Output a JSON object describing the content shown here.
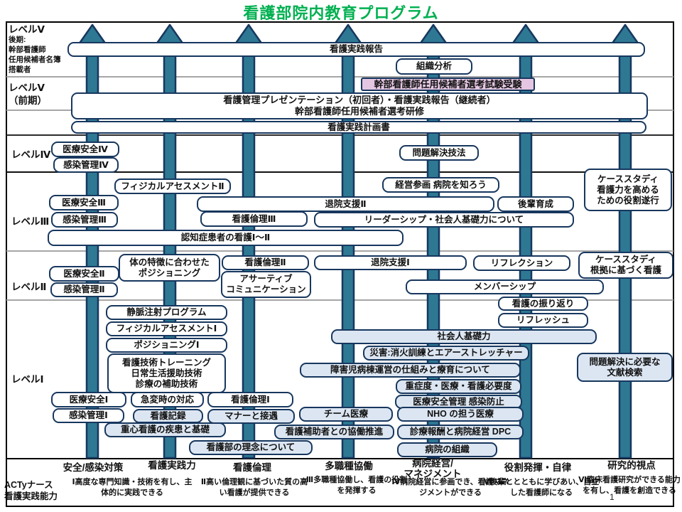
{
  "title": "看護部院内教育プログラム",
  "page_number": "1",
  "colors": {
    "title_green": "#00B050",
    "arrow_teal": "#2E7893",
    "box_border_navy": "#17375E",
    "light_blue_fill": "#DCE6F2",
    "pink_fill": "#E4C6E2",
    "gray_divider": "#A6A6A6"
  },
  "side_labels": {
    "level5_late_title": "レベルⅤ",
    "level5_late_sub": [
      "後期:",
      "幹部看護師",
      "任用候補者名簿",
      "搭載者"
    ],
    "level5_early": [
      "レベルⅤ",
      "（前期）"
    ],
    "level4": "レベルⅣ",
    "level3": "レベルⅢ",
    "level2": "レベルⅡ",
    "level1": "レベルⅠ",
    "acty": [
      "ACTyナース",
      "看護実践能力"
    ]
  },
  "boxes": [
    {
      "label": "看護実践報告"
    },
    {
      "label": "組織分析"
    },
    {
      "label": "幹部看護師任用候補者選考試験受験"
    },
    {
      "label": [
        "看護管理プレゼンテーション（初回者）・看護実践報告（継続者）",
        "幹部看護師任用候補者選考研修"
      ]
    },
    {
      "label": "看護実践計画書"
    },
    {
      "label": "医療安全Ⅳ"
    },
    {
      "label": "感染管理Ⅳ"
    },
    {
      "label": "問題解決技法"
    },
    {
      "label": "フィジカルアセスメントⅡ"
    },
    {
      "label": "経営参画 病院を知ろう"
    },
    {
      "label": [
        "ケーススタディ",
        "看護力を高める",
        "ための役割遂行"
      ]
    },
    {
      "label": "医療安全Ⅲ"
    },
    {
      "label": "退院支援Ⅱ"
    },
    {
      "label": "後輩育成"
    },
    {
      "label": "感染管理Ⅲ"
    },
    {
      "label": "看護倫理Ⅲ"
    },
    {
      "label": "リーダーシップ・社会人基礎力について"
    },
    {
      "label": "認知症患者の看護Ⅰ～Ⅱ"
    },
    {
      "label": [
        "体の特徴に合わせた",
        "ポジショニング"
      ]
    },
    {
      "label": "看護倫理Ⅱ"
    },
    {
      "label": "退院支援Ⅰ"
    },
    {
      "label": "リフレクション"
    },
    {
      "label": [
        "ケーススタディ",
        "根拠に基づく看護"
      ]
    },
    {
      "label": "医療安全Ⅱ"
    },
    {
      "label": [
        "アサーティブ",
        "コミュニケーション"
      ]
    },
    {
      "label": "感染管理Ⅱ"
    },
    {
      "label": "メンバーシップ"
    },
    {
      "label": "看護の振り返り"
    },
    {
      "label": "静脈注射プログラム"
    },
    {
      "label": "リフレッシュ"
    },
    {
      "label": "フィジカルアセスメントⅠ"
    },
    {
      "label": "社会人基礎力"
    },
    {
      "label": "ポジショニングⅠ"
    },
    {
      "label": "災害:消火訓練とエアーストレッチャー"
    },
    {
      "label": [
        "看護技術トレーニング",
        "日常生活援助技術",
        "診療の補助技術"
      ]
    },
    {
      "label": [
        "問題解決に必要な",
        "文献検索"
      ]
    },
    {
      "label": "障害児病棟運営の仕組みと療育について"
    },
    {
      "label": "重症度・医療・看護必要度"
    },
    {
      "label": "医療安全Ⅰ"
    },
    {
      "label": "急変時の対応"
    },
    {
      "label": "看護倫理Ⅰ"
    },
    {
      "label": "医療安全管理 感染防止"
    },
    {
      "label": "感染管理Ⅰ"
    },
    {
      "label": "看護記録"
    },
    {
      "label": "マナーと接遇"
    },
    {
      "label": "チーム医療"
    },
    {
      "label": "NHO の担う医療"
    },
    {
      "label": "重心看護の疾患と基礎"
    },
    {
      "label": "看護補助者との協働推進"
    },
    {
      "label": "診療報酬と病院経営 DPC"
    },
    {
      "label": "看護部の理念について"
    },
    {
      "label": "病院の組織"
    }
  ],
  "columns": [
    {
      "label": "安全/感染対策"
    },
    {
      "label": "看護実践力"
    },
    {
      "label": "看護倫理"
    },
    {
      "label": "多職種協働"
    },
    {
      "label": [
        "病院経営/",
        "マネジメント"
      ]
    },
    {
      "label": "役割発揮・自律"
    },
    {
      "label": "研究的視点"
    }
  ],
  "descriptions": [
    "Ⅰ高度な専門知識・技術を有し、主体的に実践できる",
    "Ⅱ高い倫理観に基づいた質の高い看護が提供できる",
    "Ⅲ多職種協働し、看護の役割を発揮する",
    "Ⅳ病院経営に参画でき、看護マネジメントができる",
    "Ⅴ後輩ととともに学びあい、自立した看護師になる",
    "Ⅵ臨床看護研究ができる能力を有し、看護を創造できる"
  ]
}
